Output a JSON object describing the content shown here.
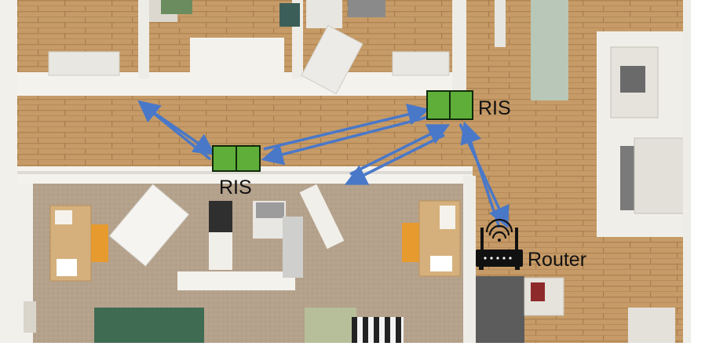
{
  "labels": {
    "ris_left": "RIS",
    "ris_right": "RIS",
    "router": "Router"
  },
  "colors": {
    "ris_fill": "#5fae3a",
    "ris_stroke": "#0f2a0a",
    "arrow": "#4a78c8",
    "floor": "#c59a66",
    "wall": "#f3f1ec"
  },
  "icons": {
    "ris": "ris-panel-icon",
    "router": "wifi-router-icon"
  }
}
